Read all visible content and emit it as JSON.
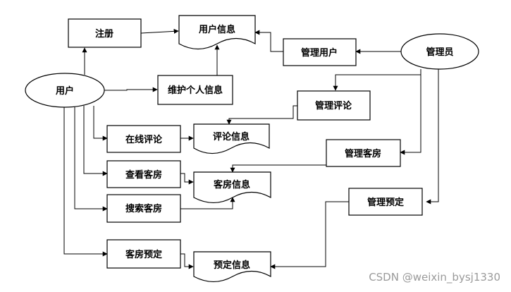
{
  "nodes": {
    "user": "用户",
    "admin": "管理员",
    "register": "注册",
    "user_info": "用户信息",
    "manage_users": "管理用户",
    "maintain_info": "维护个人信息",
    "manage_reviews": "管理评论",
    "online_review": "在线评论",
    "review_info": "评论信息",
    "manage_rooms": "管理客房",
    "view_rooms": "查看客房",
    "room_info": "客房信息",
    "search_rooms": "搜索客房",
    "manage_booking": "管理预定",
    "room_booking": "客房预定",
    "booking_info": "预定信息"
  },
  "watermark": "CSDN @weixin_bysj1330"
}
